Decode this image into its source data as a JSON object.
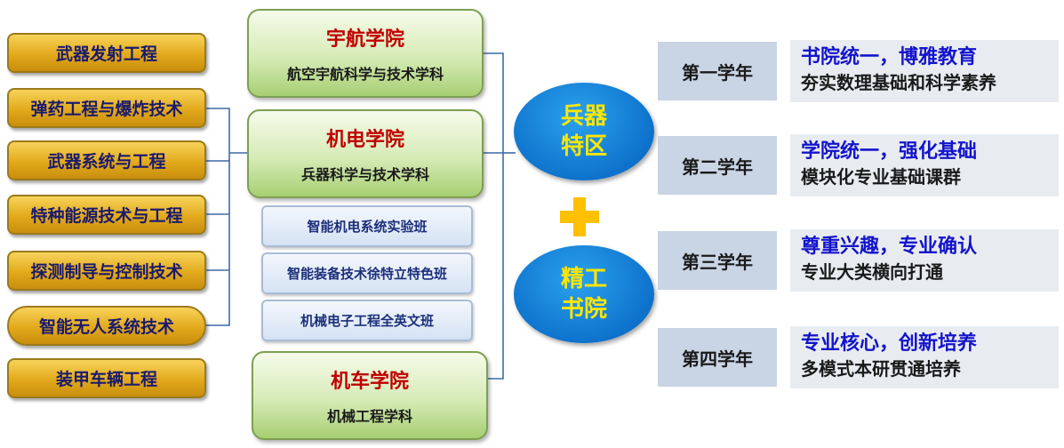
{
  "majors": [
    "武器发射工程",
    "弹药工程与爆炸技术",
    "武器系统与工程",
    "特种能源技术与工程",
    "探测制导与控制技术",
    "智能无人系统技术",
    "装甲车辆工程"
  ],
  "colleges": [
    {
      "name": "宇航学院",
      "discipline": "航空宇航科学与技术学科"
    },
    {
      "name": "机电学院",
      "discipline": "兵器科学与技术学科"
    },
    {
      "name": "机车学院",
      "discipline": "机械工程学科"
    }
  ],
  "classes": [
    "智能机电系统实验班",
    "智能装备技术徐特立特色班",
    "机械电子工程全英文班"
  ],
  "circles": {
    "top": [
      "兵器",
      "特区"
    ],
    "bottom": [
      "精工",
      "书院"
    ],
    "plus": "+"
  },
  "years": [
    {
      "label": "第一学年",
      "line1": "书院统一，博雅教育",
      "line2": "夯实数理基础和科学素养"
    },
    {
      "label": "第二学年",
      "line1": "学院统一，强化基础",
      "line2": "模块化专业基础课群"
    },
    {
      "label": "第三学年",
      "line1": "尊重兴趣，专业确认",
      "line2": "专业大类横向打通"
    },
    {
      "label": "第四学年",
      "line1": "专业核心，创新培养",
      "line2": "多模式本研贯通培养"
    }
  ],
  "colors": {
    "college_name": "#c00000",
    "major_text": "#1a1a6e",
    "circle_text": "#ffe600",
    "circle_fill": "#0e72cc",
    "plus": "#ffc000",
    "year_highlight": "#1414cc",
    "connector": "#3c6aa8"
  }
}
